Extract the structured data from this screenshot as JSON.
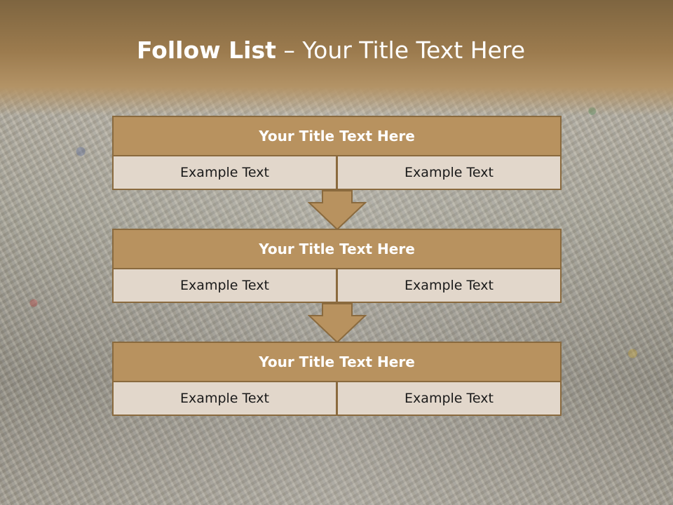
{
  "slide": {
    "title_bold": "Follow List",
    "title_separator": " – ",
    "title_rest": "Your Title Text Here"
  },
  "steps": [
    {
      "title": "Your Title Text Here",
      "left_text": "Example Text",
      "right_text": "Example Text"
    },
    {
      "title": "Your Title Text Here",
      "left_text": "Example Text",
      "right_text": "Example Text"
    },
    {
      "title": "Your Title Text Here",
      "left_text": "Example Text",
      "right_text": "Example Text"
    }
  ],
  "colors": {
    "header": "#9c7b4e",
    "title_block": "#b8925f",
    "text_cell": "#e2d7cb",
    "border": "#8a6a3e",
    "arrow": "#b8925f"
  }
}
